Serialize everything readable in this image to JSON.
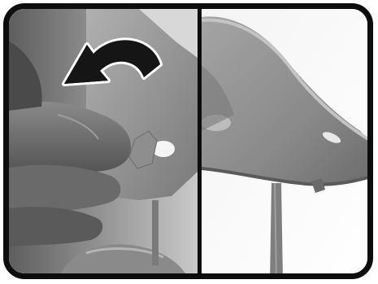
{
  "image": {
    "panels": [
      {
        "name": "left-panel",
        "depicts": "fingers-pinching-part-with-rotate-arrow",
        "icon": "rotate-counterclockwise-arrow-icon"
      },
      {
        "name": "right-panel",
        "depicts": "closeup-of-assembled-part"
      }
    ],
    "colors": {
      "frame": "#0d0d0d",
      "background": "#f2f2f2",
      "part_gray": "#8c8c8c",
      "skin_dark": "#6e6e6e",
      "arrow_fill": "#151515",
      "arrow_outline": "#ffffff"
    }
  }
}
